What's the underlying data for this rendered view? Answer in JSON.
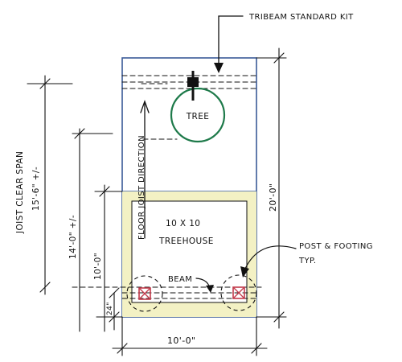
{
  "labels": {
    "kit": "TRIBEAM STANDARD KIT",
    "tree": "TREE",
    "floor_joist_direction": "FLOOR JOIST DIRECTION",
    "treehouse_line1": "10 X 10",
    "treehouse_line2": "TREEHOUSE",
    "beam": "BEAM",
    "post_line1": "POST & FOOTING",
    "post_line2": "TYP.",
    "joist_span_line1": "JOIST CLEAR SPAN",
    "joist_span_line2": "15'-6\" +/-",
    "dim_14": "14'-0\" +/-",
    "dim_10": "10'-0\"",
    "dim_24": "24\"",
    "dim_20": "20'-0\"",
    "dim_width": "10'-0\""
  },
  "colors": {
    "ink": "#111111",
    "outline_blue": "#3a5a98",
    "tree_green": "#1e7a4a",
    "treehouse_fill": "#f3f1c4",
    "post_red": "#c23a4a"
  }
}
